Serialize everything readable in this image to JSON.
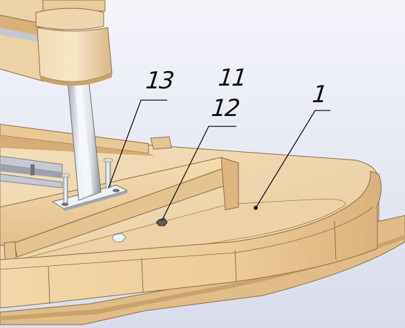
{
  "callouts": {
    "label_13": "13",
    "label_11": "11",
    "label_12": "12",
    "label_1": "1"
  },
  "colors": {
    "background": "#e9ebf4",
    "wood_light": "#f1dcb4",
    "wood_mid": "#e6c995",
    "wood_dark": "#c9a36a",
    "metal_light": "#eef0f4",
    "metal_dark": "#9a9ea8",
    "leader_line": "#111111"
  }
}
